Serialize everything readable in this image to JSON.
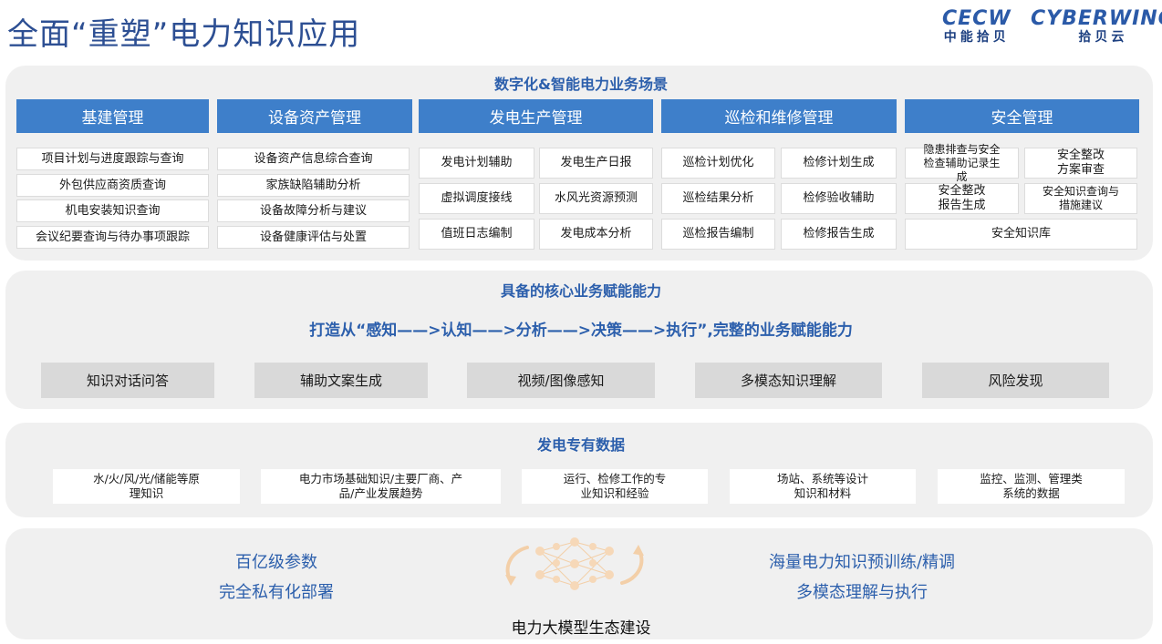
{
  "page_title": "全面“重塑”电力知识应用",
  "logos": [
    {
      "mark": "CECW",
      "sub": "中能拾贝"
    },
    {
      "mark": "CYBERWING",
      "sub": "拾贝云"
    }
  ],
  "scenarios": {
    "title": "数字化&智能电力业务场景",
    "columns": [
      {
        "header": "基建管理",
        "items": [
          "项目计划与进度跟踪与查询",
          "外包供应商资质查询",
          "机电安装知识查询",
          "会议纪要查询与待办事项跟踪"
        ]
      },
      {
        "header": "设备资产管理",
        "items": [
          "设备资产信息综合查询",
          "家族缺陷辅助分析",
          "设备故障分析与建议",
          "设备健康评估与处置"
        ]
      },
      {
        "header": "发电生产管理",
        "items": [
          "发电计划辅助",
          "发电生产日报",
          "虚拟调度接线",
          "水风光资源预测",
          "值班日志编制",
          "发电成本分析"
        ]
      },
      {
        "header": "巡检和维修管理",
        "items": [
          "巡检计划优化",
          "检修计划生成",
          "巡检结果分析",
          "检修验收辅助",
          "巡检报告编制",
          "检修报告生成"
        ]
      },
      {
        "header": "安全管理",
        "items": [
          "隐患排查与安全检查辅助记录生成",
          "安全整改方案审查",
          "安全整改报告生成",
          "安全知识查询与措施建议",
          "安全知识库"
        ]
      }
    ]
  },
  "capabilities": {
    "title": "具备的核心业务赋能能力",
    "slogan": "打造从“感知——>认知——>分析——>决策——>执行”,完整的业务赋能能力",
    "items": [
      "知识对话问答",
      "辅助文案生成",
      "视频/图像感知",
      "多模态知识理解",
      "风险发现"
    ]
  },
  "data_section": {
    "title": "发电专有数据",
    "items": [
      "水/火/风/光/储能等原理知识",
      "电力市场基础知识/主要厂商、产品/产业发展趋势",
      "运行、检修工作的专业知识和经验",
      "场站、系统等设计知识和材料",
      "监控、监测、管理类系统的数据"
    ]
  },
  "ecosystem": {
    "left": [
      "百亿级参数",
      "完全私有化部署"
    ],
    "right": [
      "海量电力知识预训练/精调",
      "多模态理解与执行"
    ],
    "caption": "电力大模型生态建设"
  },
  "colors": {
    "accent": "#2c5fac",
    "header_bg": "#3e7fca",
    "panel_bg": "#f0f0f0",
    "capability_bg": "#d9d9d9"
  }
}
